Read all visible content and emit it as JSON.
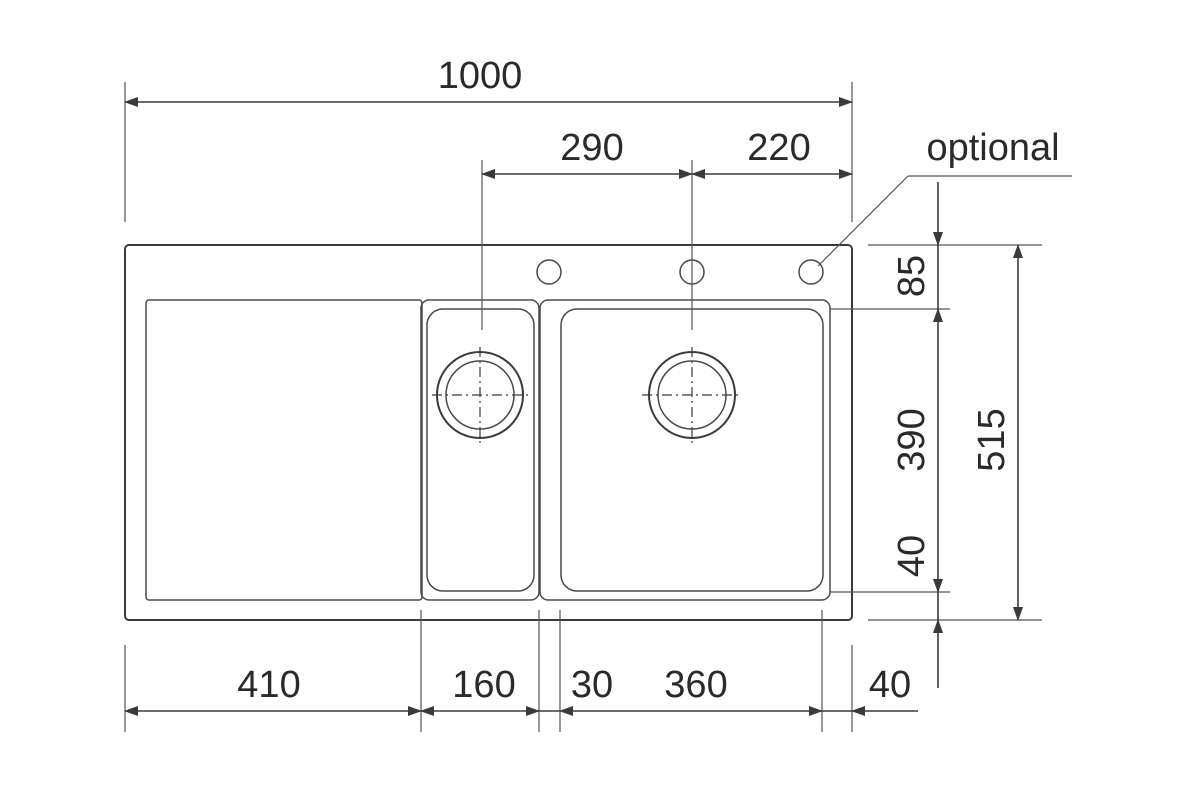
{
  "dimensions": {
    "overall_width": "1000",
    "tap_spacing": "290",
    "tap_to_edge": "220",
    "drainer_width": "410",
    "small_bowl_width": "160",
    "bowl_gap": "30",
    "large_bowl_width": "360",
    "right_margin": "40",
    "top_margin": "85",
    "bowl_depth": "390",
    "bottom_margin": "40",
    "overall_depth": "515"
  },
  "callout": {
    "optional_label": "optional"
  }
}
